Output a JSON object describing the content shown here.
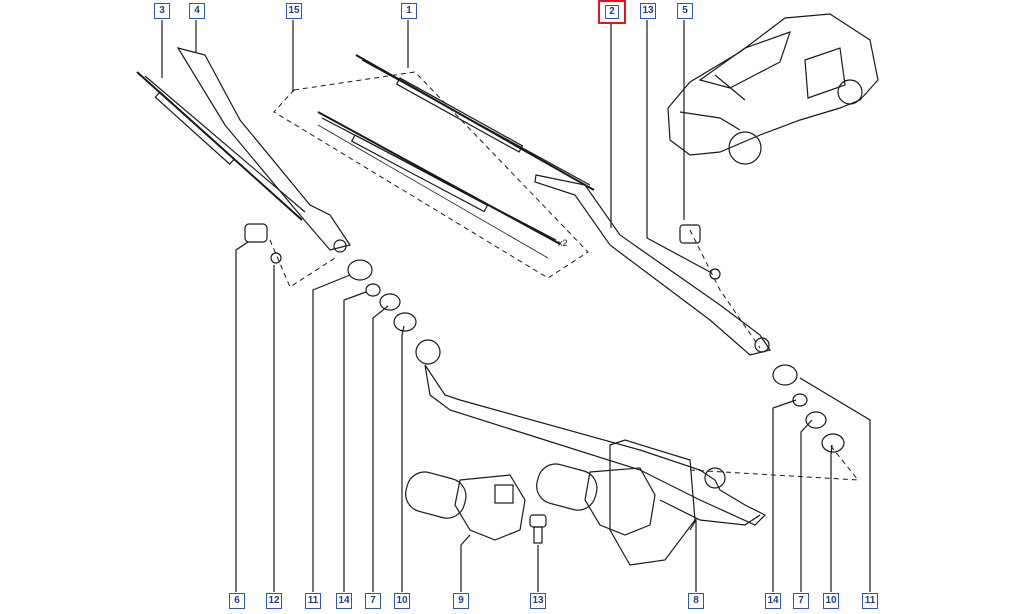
{
  "diagram": {
    "callouts_top": [
      "3",
      "4",
      "15",
      "1",
      "2",
      "13",
      "5"
    ],
    "callouts_bottom": [
      "6",
      "12",
      "11",
      "14",
      "7",
      "10",
      "9",
      "13",
      "8",
      "14",
      "7",
      "10",
      "11"
    ],
    "selected_part": "2",
    "quantity_note": "x2"
  },
  "colors": {
    "callout_border": "#2b5aa8",
    "selected_frame": "#e0141e",
    "line": "#1a1a1a"
  }
}
